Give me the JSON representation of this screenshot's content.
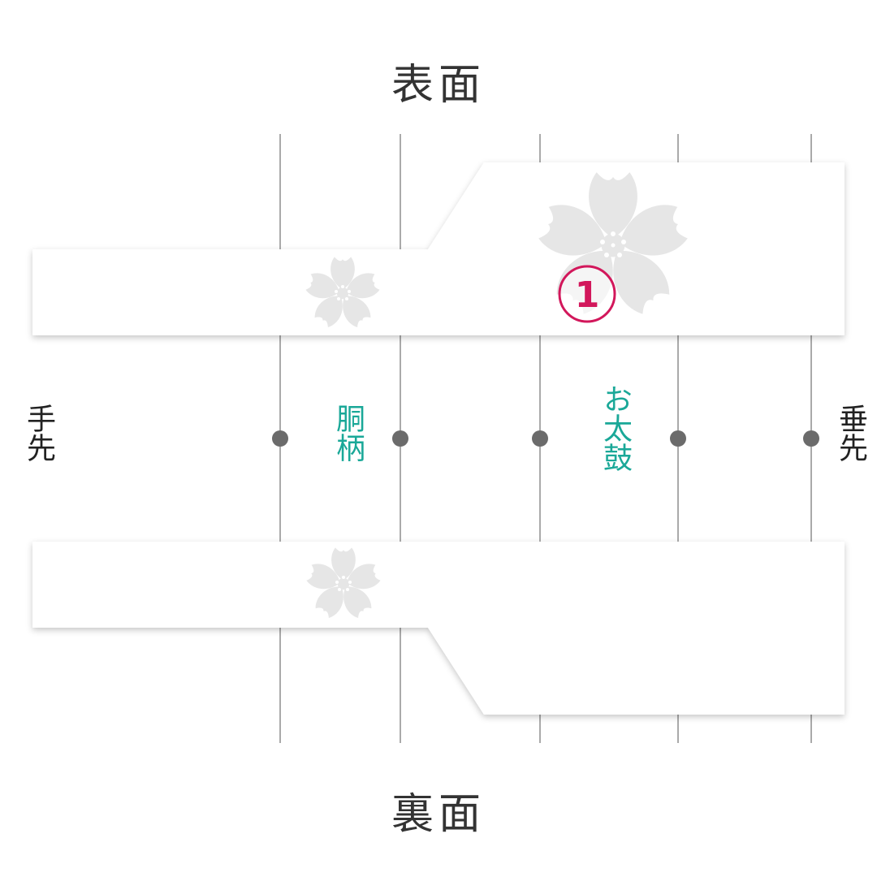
{
  "front": {
    "title": "表面"
  },
  "back": {
    "title": "裏面"
  },
  "ends": {
    "left": "手先",
    "right": "垂先"
  },
  "sections": {
    "dou": "胴柄",
    "otaiko": "お太鼓"
  },
  "marker": {
    "number": "1"
  },
  "colors": {
    "section_label": "#1aa898",
    "marker": "#d2175b",
    "flower": "#e6e6e6",
    "line": "#555555",
    "dot": "#6b6b6b"
  }
}
